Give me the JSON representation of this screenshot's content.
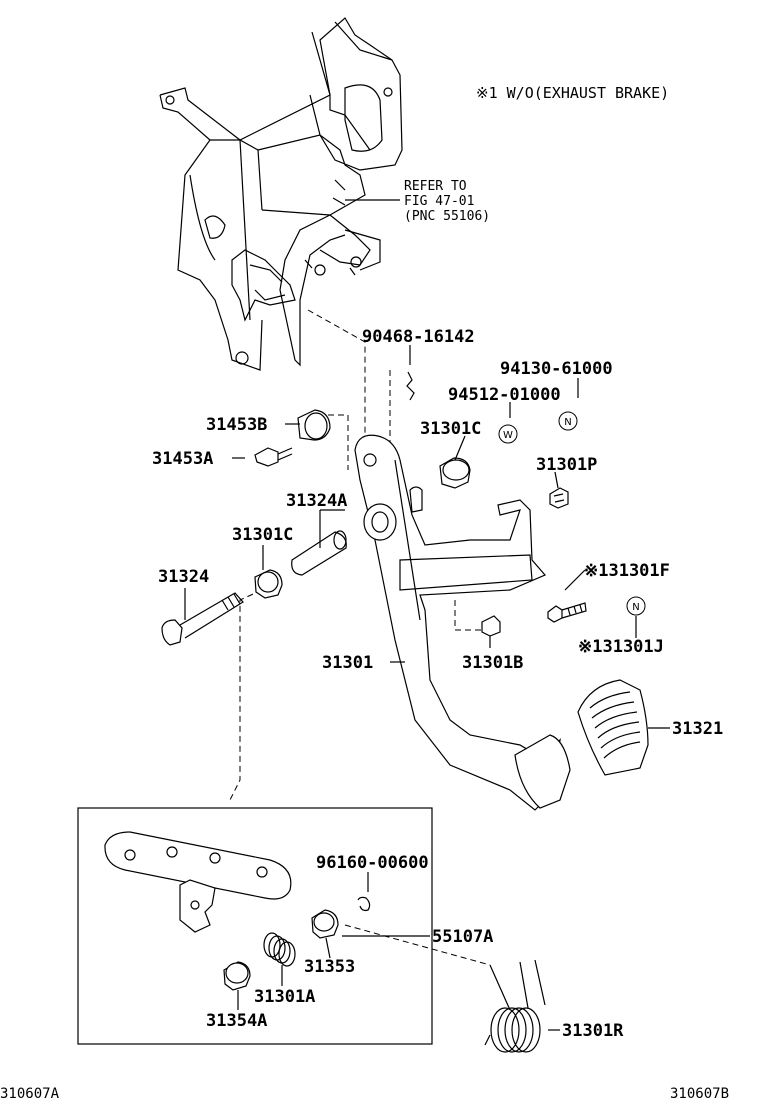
{
  "note": "※1  W/O(EXHAUST BRAKE)",
  "refer": {
    "line1": "REFER TO",
    "line2": "FIG  47-01",
    "line3": "(PNC  55106)"
  },
  "parts": {
    "p90468": "90468-16142",
    "p94130": "94130-61000",
    "p94512": "94512-01000",
    "p31453B": "31453B",
    "p31453A": "31453A",
    "p31301C_top": "31301C",
    "p31301P": "31301P",
    "p31324A": "31324A",
    "p31301C_mid": "31301C",
    "p31324": "31324",
    "p31301F": "※131301F",
    "p31301J": "※131301J",
    "p31301": "31301",
    "p31301B": "31301B",
    "p31321": "31321",
    "p96160": "96160-00600",
    "p55107A": "55107A",
    "p31353": "31353",
    "p31301A": "31301A",
    "p31354A": "31354A",
    "p31301R": "31301R"
  },
  "marks": {
    "w": "W",
    "n1": "N",
    "n2": "N"
  },
  "footer": {
    "left": "310607A",
    "right": "310607B"
  }
}
